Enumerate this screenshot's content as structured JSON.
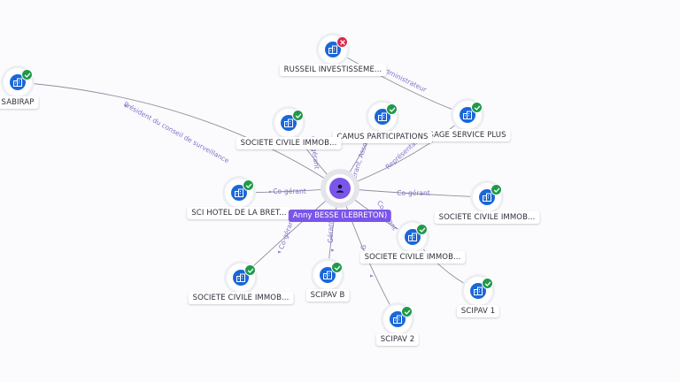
{
  "colors": {
    "company_node": "#1a67d8",
    "center_node": "#7b55ea",
    "status_active": "#1f9a4a",
    "status_closed": "#d9294a",
    "edge": "#8d8f9f",
    "edge_label": "#7f73c9"
  },
  "center": {
    "label": "Anny BESSE (LEBRETON)",
    "icon": "person-icon"
  },
  "nodes": [
    {
      "id": "sabirap",
      "label": "SABIRAP",
      "status": "active",
      "icon": "building-icon"
    },
    {
      "id": "russeil",
      "label": "RUSSEIL INVESTISSEME...",
      "status": "closed",
      "icon": "building-icon"
    },
    {
      "id": "sage",
      "label": "SAGE SERVICE PLUS",
      "status": "active",
      "icon": "building-icon"
    },
    {
      "id": "camus",
      "label": "CAMUS PARTICIPATIONS",
      "status": "active",
      "icon": "building-icon"
    },
    {
      "id": "scim1",
      "label": "SOCIETE CIVILE IMMOB...",
      "status": "active",
      "icon": "building-icon"
    },
    {
      "id": "scihotel",
      "label": "SCI HOTEL DE LA BRET...",
      "status": "active",
      "icon": "building-icon"
    },
    {
      "id": "scim_right",
      "label": "SOCIETE CIVILE IMMOB...",
      "status": "active",
      "icon": "building-icon"
    },
    {
      "id": "scim_mid",
      "label": "SOCIETE CIVILE IMMOB...",
      "status": "active",
      "icon": "building-icon"
    },
    {
      "id": "scim_low",
      "label": "SOCIETE CIVILE IMMOB...",
      "status": "active",
      "icon": "building-icon"
    },
    {
      "id": "scipavb",
      "label": "SCIPAV B",
      "status": "active",
      "icon": "building-icon"
    },
    {
      "id": "scipav1",
      "label": "SCIPAV 1",
      "status": "active",
      "icon": "building-icon"
    },
    {
      "id": "scipav2",
      "label": "SCIPAV 2",
      "status": "active",
      "icon": "building-icon"
    }
  ],
  "edges": [
    {
      "from": "center",
      "to": "sabirap",
      "label": "Président du conseil de surveillance"
    },
    {
      "from": "sage",
      "to": "russeil",
      "label": "Administrateur"
    },
    {
      "from": "center",
      "to": "sage",
      "label": "Représentant"
    },
    {
      "from": "center",
      "to": "camus",
      "label": "Gérant, Associé"
    },
    {
      "from": "center",
      "to": "scim1",
      "label": "Co-gérant"
    },
    {
      "from": "center",
      "to": "scihotel",
      "label": "Co-gérant"
    },
    {
      "from": "center",
      "to": "scim_right",
      "label": "Co-gérant"
    },
    {
      "from": "center",
      "to": "scim_mid",
      "label": "Co-gérant"
    },
    {
      "from": "center",
      "to": "scim_low",
      "label": "Co-gérant"
    },
    {
      "from": "center",
      "to": "scipavb",
      "label": "Gérant"
    },
    {
      "from": "scim_mid",
      "to": "scipav1",
      "label": ""
    },
    {
      "from": "center",
      "to": "scipav2",
      "label": "G"
    }
  ]
}
